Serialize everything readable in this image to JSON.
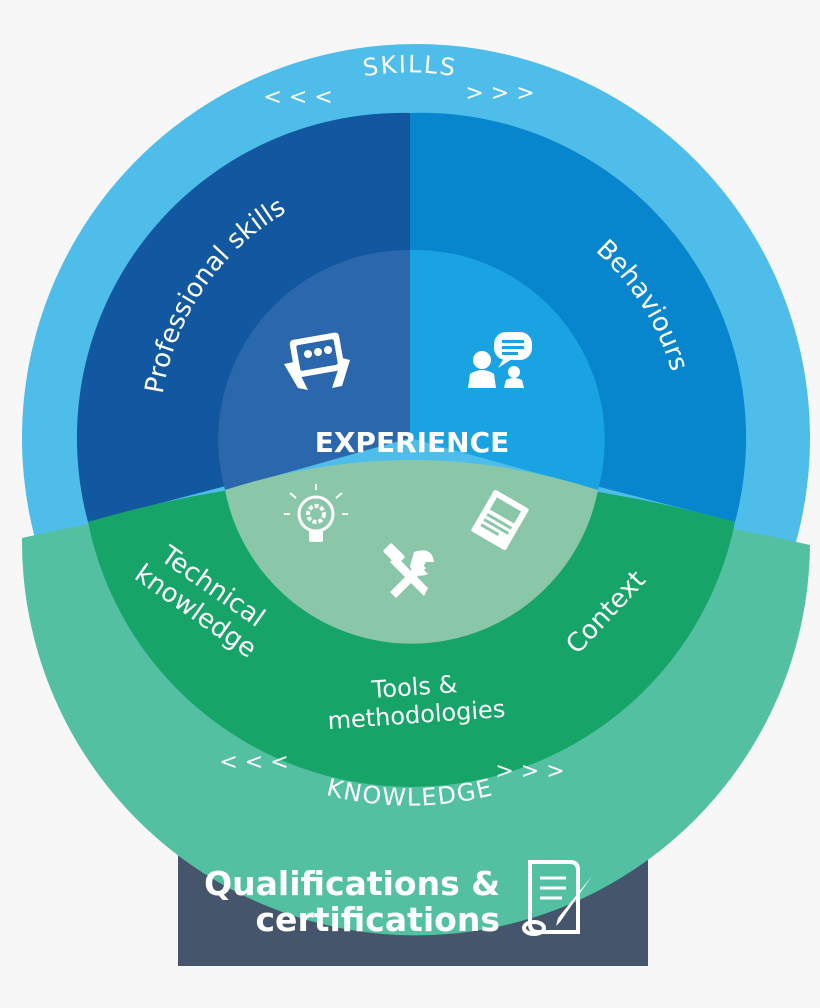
{
  "rings": {
    "outer_top_label": "SKILLS",
    "outer_bottom_label": "KNOWLEDGE",
    "left_chevrons": "< < <",
    "right_chevrons": "> > >"
  },
  "segments": {
    "professional_skills": "Professional skills",
    "behaviours": "Behaviours",
    "technical_line1": "Technical",
    "technical_line2": "knowledge",
    "context": "Context",
    "tools_line1": "Tools &",
    "tools_line2": "methodologies"
  },
  "center": {
    "label": "EXPERIENCE"
  },
  "footer": {
    "line1": "Qualifications &",
    "line2": "certifications"
  },
  "colors": {
    "skills_ring": "#4ebde9",
    "knowledge_ring": "#53c0a2",
    "professional_skills": "#1158a0",
    "behaviours": "#0886cd",
    "knowledge_segments": "#17a468",
    "center_left": "#2b67ad",
    "center_right": "#1aa3e3",
    "center_bottom": "#8ac7a9",
    "qualifications_box": "#45566c"
  },
  "icons": [
    "tablet-hands-icon",
    "people-chat-icon",
    "lightbulb-gear-icon",
    "document-icon",
    "tools-icon",
    "scroll-quill-icon"
  ]
}
